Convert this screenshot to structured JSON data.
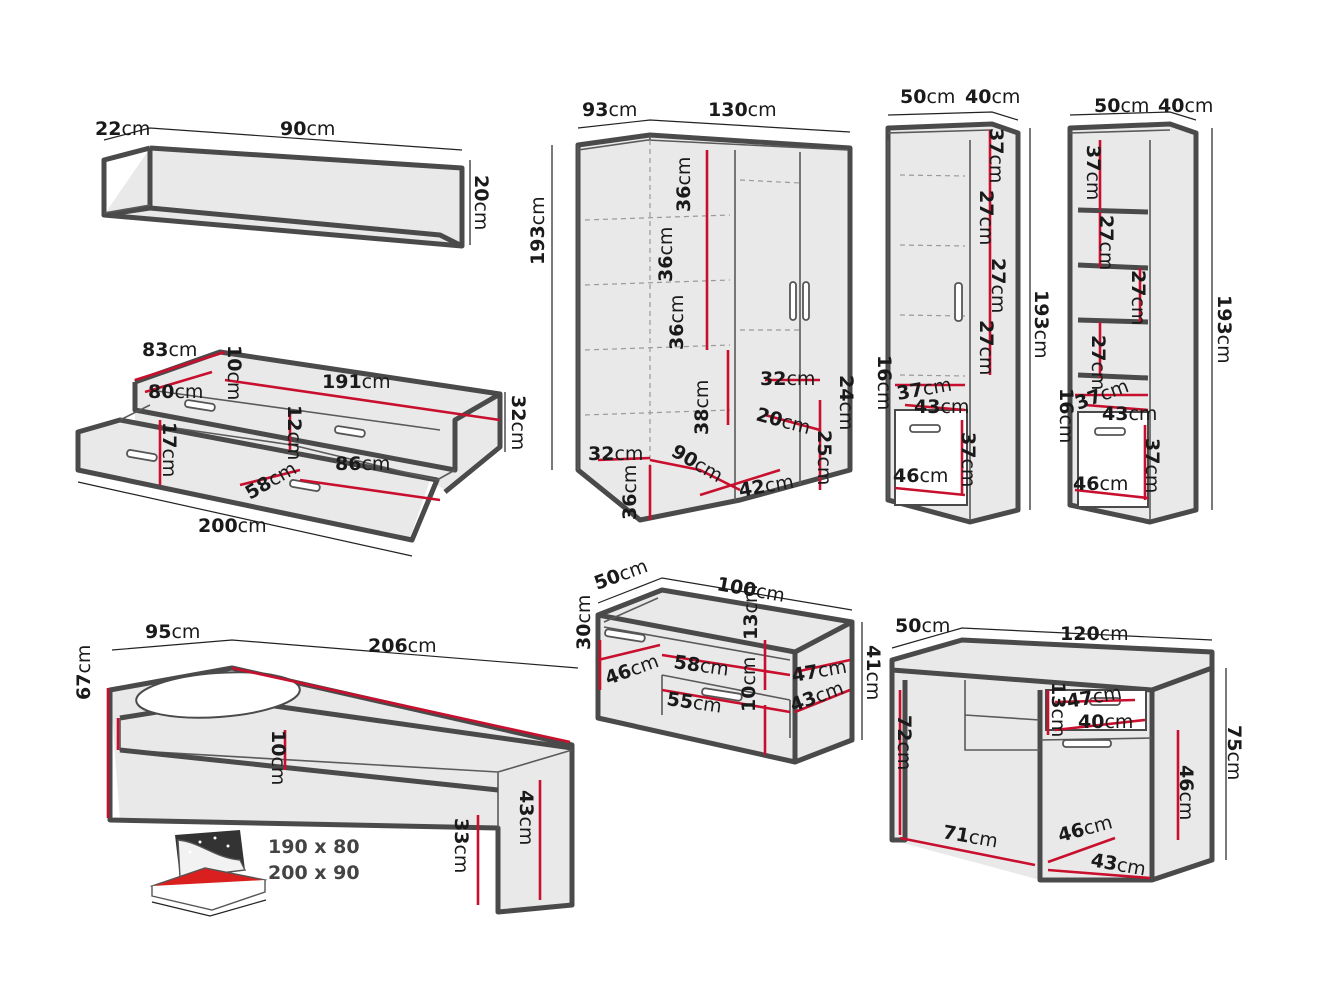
{
  "labels": {
    "shelf_depth": "22",
    "shelf_width": "90",
    "shelf_height": "20",
    "bed1_depth": "83",
    "bed1_height_top": "10",
    "bed1_inner": "80",
    "bed1_length": "191",
    "bed1_height": "32",
    "bed1_drawer_h1": "12",
    "bed1_drawer_h2": "17",
    "bed1_drawer_w": "86",
    "bed1_drawer_d": "58",
    "bed1_total": "200",
    "wardrobe_side": "93",
    "wardrobe_width": "130",
    "wardrobe_height": "193",
    "wardrobe_s1": "36",
    "wardrobe_s2": "36",
    "wardrobe_s3": "36",
    "wardrobe_s4": "38",
    "wardrobe_c1": "32",
    "wardrobe_c2": "24",
    "wardrobe_c3": "20",
    "wardrobe_c4": "25",
    "wardrobe_b1": "32",
    "wardrobe_b2": "90",
    "wardrobe_b3": "36",
    "wardrobe_b4": "42",
    "col1_depth": "50",
    "col1_width": "40",
    "col1_height": "193",
    "col1_s1": "37",
    "col1_s2": "27",
    "col1_s3": "27",
    "col1_s4": "27",
    "col1_s5": "16",
    "col1_d1": "37",
    "col1_d2": "43",
    "col1_d3": "37",
    "col1_d4": "46",
    "col2_depth": "50",
    "col2_width": "40",
    "col2_height": "193",
    "col2_s1": "37",
    "col2_s2": "27",
    "col2_s3": "27",
    "col2_s4": "27",
    "col2_s5": "16",
    "col2_d1": "37",
    "col2_d2": "43",
    "col2_d3": "37",
    "col2_d4": "46",
    "tv_depth": "50",
    "tv_width": "100",
    "tv_height": "41",
    "tv_h1": "30",
    "tv_h2": "13",
    "tv_h3": "10",
    "tv_d1": "46",
    "tv_d2": "58",
    "tv_d3": "55",
    "tv_d4": "47",
    "tv_d5": "43",
    "bed2_depth": "95",
    "bed2_length": "206",
    "bed2_head": "67",
    "bed2_mat": "10",
    "bed2_h1": "43",
    "bed2_h2": "33",
    "desk_depth": "50",
    "desk_width": "120",
    "desk_height": "75",
    "desk_leg": "72",
    "desk_cab": "46",
    "desk_d1": "13",
    "desk_d2": "47",
    "desk_d3": "40",
    "desk_d4": "71",
    "desk_d5": "46",
    "desk_d6": "43",
    "unit": "cm"
  },
  "sizes": {
    "line1": "190 x 80",
    "line2": "200 x 90"
  },
  "colors": {
    "accent": "#c8102e",
    "frame": "#4a4a4a"
  },
  "icons": {
    "mattress": "mattress-size-icon"
  }
}
